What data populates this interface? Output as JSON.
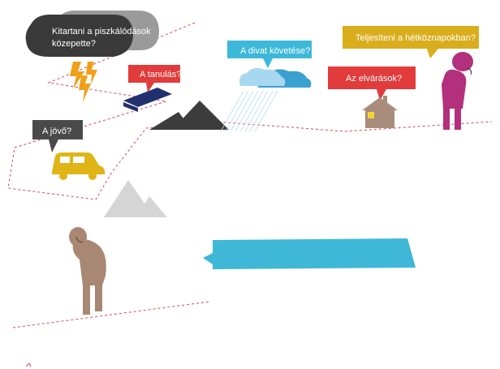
{
  "bubbles": {
    "storm": {
      "line1": "Kitartani a piszkálódások",
      "line2": "közepette?",
      "color": "#3a3a3a"
    },
    "future": {
      "text": "A jövő?",
      "color": "#4a4a4a"
    },
    "study": {
      "text": "A tanulás?",
      "color": "#e23b3b"
    },
    "fashion": {
      "text": "A divat követése?",
      "color": "#3db8d9"
    },
    "everyday": {
      "text": "Teljesíteni a hétköznapokban?",
      "color": "#d9ad1c"
    },
    "expectations": {
      "text": "Az elvárások?",
      "color": "#e23b3b"
    },
    "main": {
      "text": "",
      "color": "#3fb7d6"
    }
  },
  "palette": {
    "path": "#d9445c",
    "lightning": "#f0a018",
    "book": "#21306e",
    "cloud": "#3aa1d1",
    "car": "#e0b417",
    "house": "#a88c7c",
    "mountain_dark": "#3c3c3c",
    "mountain_light": "#d5d5d5",
    "figure_brown": "#a88873",
    "figure_magenta": "#b3307c"
  }
}
